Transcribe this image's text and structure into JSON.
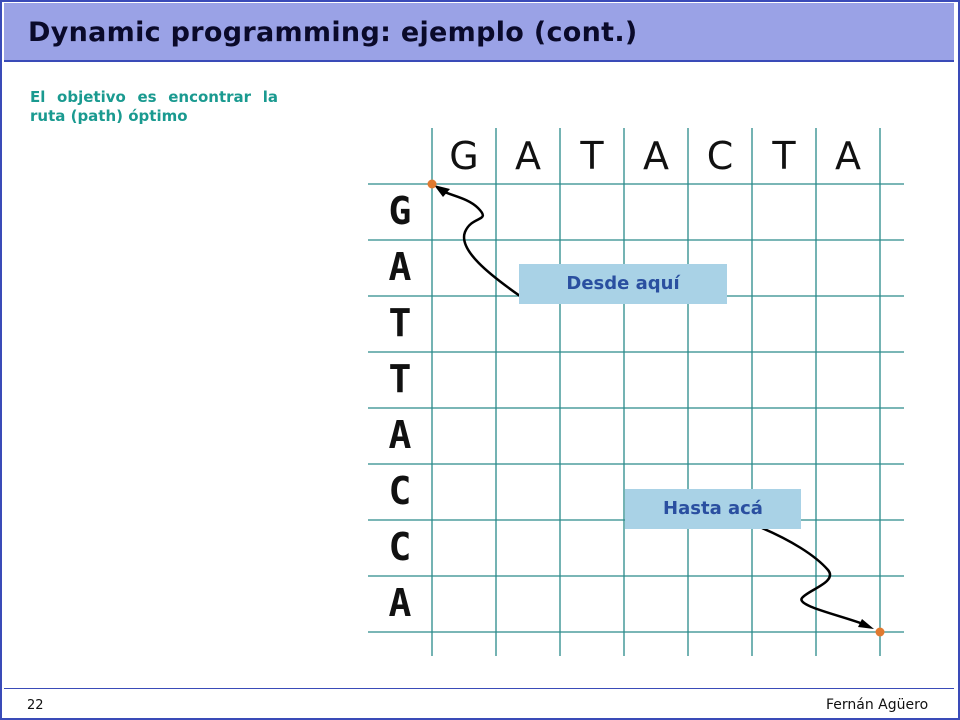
{
  "slide": {
    "title": "Dynamic programming: ejemplo (cont.)",
    "objective": "El objetivo es encontrar la ruta (path) óptimo",
    "page_number": "22",
    "author": "Fernán Agüero"
  },
  "matrix": {
    "column_letters": [
      "G",
      "A",
      "T",
      "A",
      "C",
      "T",
      "A"
    ],
    "row_letters": [
      "G",
      "A",
      "T",
      "T",
      "A",
      "C",
      "C",
      "A"
    ]
  },
  "labels": {
    "start": "Desde aquí",
    "end": "Hasta acá"
  },
  "colors": {
    "title_bar": "#9aa2e6",
    "frame": "#3a4bb8",
    "objective_text": "#1a9a90",
    "grid_line": "#2a8a8a",
    "label_box": "#a9d2e6",
    "label_text": "#2a4fa0",
    "dot": "#e07a30"
  }
}
